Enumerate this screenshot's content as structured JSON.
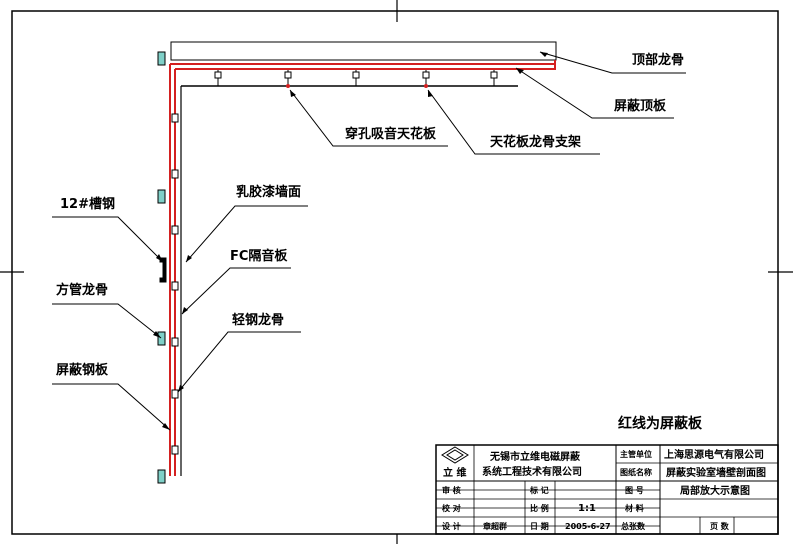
{
  "labels": {
    "top_keel": "顶部龙骨",
    "shield_top_plate": "屏蔽顶板",
    "perforated_ceiling": "穿孔吸音天花板",
    "ceiling_keel_bracket": "天花板龙骨支架",
    "latex_paint_wall": "乳胶漆墙面",
    "fc_sound_board": "FC隔音板",
    "light_steel_keel": "轻钢龙骨",
    "channel_steel": "12#槽钢",
    "square_tube_keel": "方管龙骨",
    "shield_steel_plate": "屏蔽钢板",
    "red_line_note": "红线为屏蔽板"
  },
  "title_block": {
    "company_line1": "无锡市立维电磁屏蔽",
    "company_line2": "系统工程技术有限公司",
    "logo_text": "立 维",
    "owner_label": "主管单位",
    "owner_value": "上海思源电气有限公司",
    "drawing_name_label": "图纸名称",
    "drawing_name_value": "屏蔽实验室墙壁剖面图",
    "figure_label": "图 号",
    "figure_value": "局部放大示意图",
    "review_label": "审 核",
    "mark_label": "标 记",
    "check_label": "校 对",
    "scale_label": "比 例",
    "scale_value": "1:1",
    "material_label": "材 料",
    "design_label": "设 计",
    "designer_value": "章超群",
    "date_label": "日 期",
    "date_value": "2005-6-27",
    "total_pages_label": "总张数",
    "page_label": "页 数"
  },
  "colors": {
    "shield_line": "#d42020",
    "line": "#000000",
    "clip_fill": "#7fd0c8"
  },
  "icons": {
    "logo": "company-logo-icon"
  }
}
